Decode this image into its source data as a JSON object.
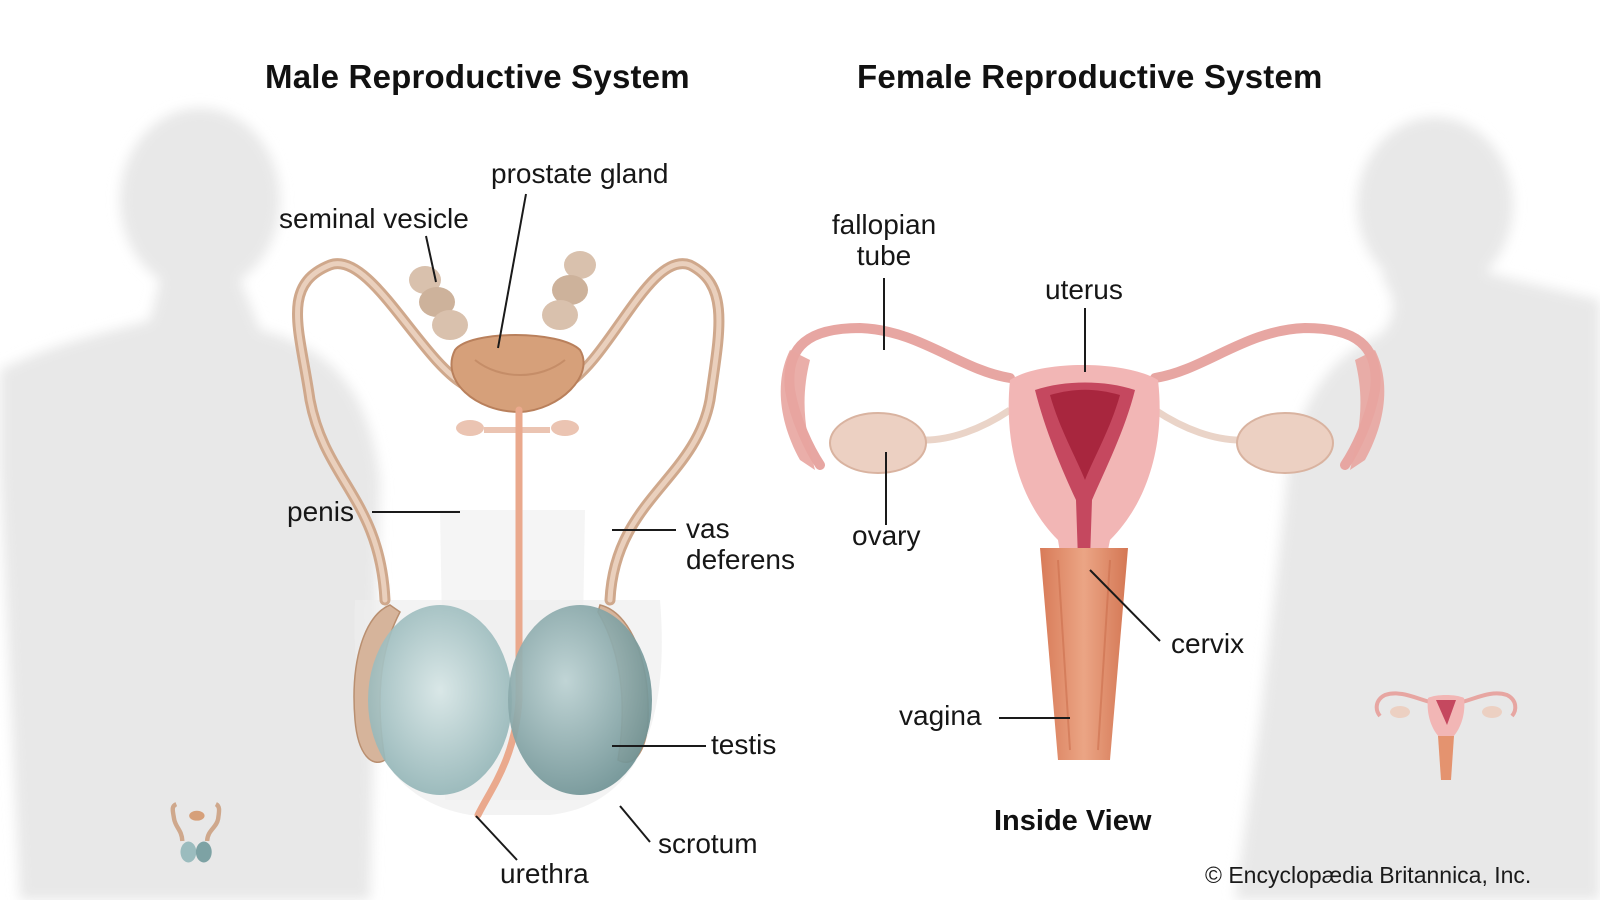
{
  "titles": {
    "male": "Male Reproductive System",
    "female": "Female Reproductive System"
  },
  "male_labels": {
    "prostate_gland": "prostate gland",
    "seminal_vesicle": "seminal vesicle",
    "penis": "penis",
    "vas_deferens_1": "vas",
    "vas_deferens_2": "deferens",
    "testis": "testis",
    "scrotum": "scrotum",
    "urethra": "urethra"
  },
  "female_labels": {
    "fallopian_tube_1": "fallopian",
    "fallopian_tube_2": "tube",
    "uterus": "uterus",
    "ovary": "ovary",
    "cervix": "cervix",
    "vagina": "vagina"
  },
  "inside_view": "Inside View",
  "credit": "© Encyclopædia Britannica, Inc.",
  "colors": {
    "silhouette": "#e9e9e9",
    "leader_line": "#1a1a1a",
    "vas_tube": "#d8b49a",
    "prostate": "#d9a27a",
    "testis": "#a9c7c9",
    "uterus_pink": "#f0b4b6",
    "uterus_inner": "#c0485e",
    "vagina": "#e4936f"
  }
}
